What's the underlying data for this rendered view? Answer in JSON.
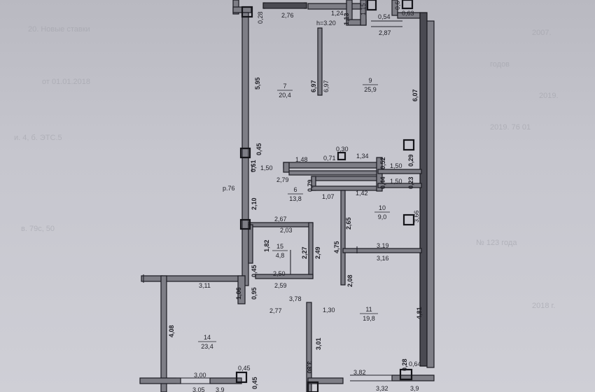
{
  "rooms": [
    {
      "id": "7",
      "number": "7",
      "area": "20,4"
    },
    {
      "id": "9",
      "number": "9",
      "area": "25,9"
    },
    {
      "id": "6",
      "number": "6",
      "area": "13,8"
    },
    {
      "id": "10",
      "number": "10",
      "area": "9,0"
    },
    {
      "id": "15",
      "number": "15",
      "area": "4,8"
    },
    {
      "id": "11",
      "number": "11",
      "area": "19,8"
    },
    {
      "id": "14",
      "number": "14",
      "area": "23,4"
    }
  ],
  "annotations": {
    "height": "h=3.20",
    "stair": "p.76"
  },
  "dimensions": {
    "d_276": "2,76",
    "d_124": "1,24",
    "d_113": "1,13",
    "d_115": "1,15",
    "d_054": "0,54",
    "d_063": "0,63",
    "d_065": "0,6",
    "d_028a": "0,28",
    "d_287": "2,87",
    "d_595": "5,95",
    "d_697a": "6,97",
    "d_697b": "6,97",
    "d_607": "6,07",
    "d_045a": "0,45",
    "d_061": "0,61",
    "d_150a": "1,50",
    "d_148": "1,48",
    "d_030": "0,30",
    "d_071": "0,71",
    "d_134": "1,34",
    "d_052": "0,52",
    "d_150b": "1,50",
    "d_029": "0,29",
    "d_279": "2,79",
    "d_079": "0,79",
    "d_107": "1,07",
    "d_142": "1,42",
    "d_044": "0,44",
    "d_150c": "1,50",
    "d_023": "0,23",
    "d_210": "2,10",
    "d_267": "2,67",
    "d_203": "2,03",
    "d_265": "2,65",
    "d_366": "3,66",
    "d_182": "1,82",
    "d_227": "2,27",
    "d_249": "2,49",
    "d_475": "4,75",
    "d_319": "3,19",
    "d_316": "3,16",
    "d_045b": "0,45",
    "d_250": "2,50",
    "d_259": "2,59",
    "d_311": "3,11",
    "d_106": "1,06",
    "d_095": "0,95",
    "d_378": "3,78",
    "d_208": "2,08",
    "d_277": "2,77",
    "d_130": "1,30",
    "d_408": "4,08",
    "d_481": "4,81",
    "d_301": "3,01",
    "d_380": "3,80",
    "d_382": "3,82",
    "d_028b": "0,28",
    "d_064": "0,64",
    "d_300": "3,00",
    "d_045c": "0,45",
    "d_045d": "0,45",
    "d_332": "3,32",
    "d_39a": "3,9",
    "d_305": "3,05",
    "d_39b": "3,9"
  },
  "background_text": [
    "20. Новые ставки",
    "от 01.01.2018",
    "и. 4, б. ЭТС.5",
    "в. 79с, 50",
    "2007.",
    "годов",
    "2019.",
    "2019. 76 01",
    "№ 123 года",
    "2018 г."
  ]
}
